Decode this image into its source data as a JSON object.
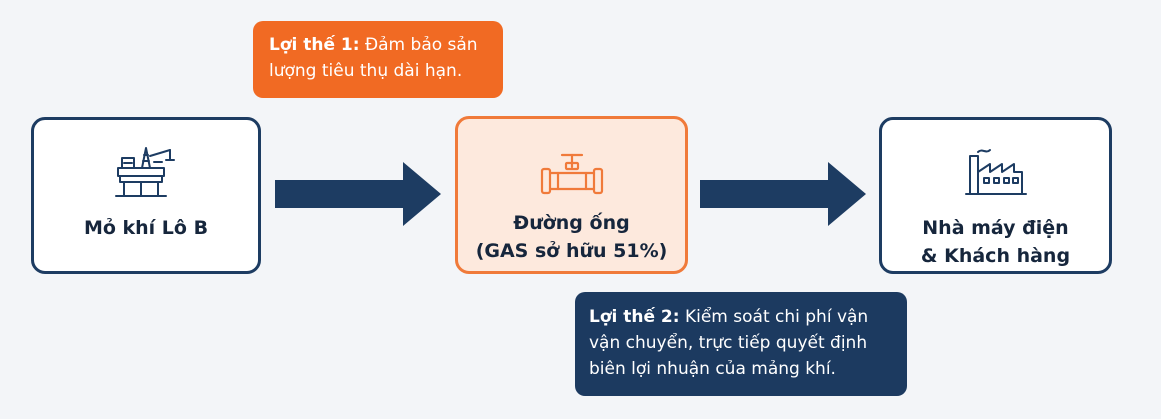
{
  "nodes": {
    "source": {
      "label": "Mỏ khí Lô B",
      "icon": "offshore-platform-icon"
    },
    "pipeline": {
      "label_line1": "Đường ống",
      "label_line2": "(GAS sở hữu 51%)",
      "icon": "pipe-valve-icon"
    },
    "customer": {
      "label_line1": "Nhà máy điện",
      "label_line2": "& Khách hàng",
      "icon": "factory-icon"
    }
  },
  "callouts": {
    "advantage1": {
      "heading": "Lợi thế 1:",
      "text_line1": "Đảm bảo sản",
      "text_line2": "lượng tiêu thụ dài hạn."
    },
    "advantage2": {
      "heading": "Lợi thế 2:",
      "text_line1": "Kiểm soát chi phí vận",
      "text_line2": "vận chuyển, trực tiếp quyết định",
      "text_line3": "biên lợi nhuận của mảng khí."
    }
  },
  "colors": {
    "navy": "#1d3c62",
    "orange": "#f16a23",
    "orange_fill": "#fde9dd",
    "background": "#f3f5f8"
  }
}
